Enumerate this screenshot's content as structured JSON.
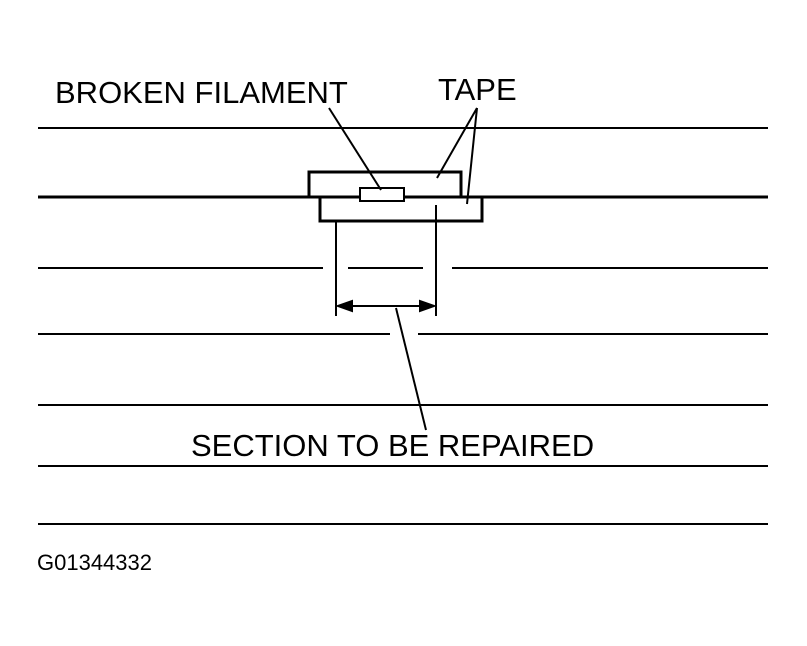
{
  "diagram": {
    "label_broken_filament": "BROKEN FILAMENT",
    "label_tape": "TAPE",
    "label_section": "SECTION TO BE REPAIRED",
    "figure_id": "G01344332"
  },
  "colors": {
    "ink": "#000000",
    "background": "#ffffff"
  }
}
